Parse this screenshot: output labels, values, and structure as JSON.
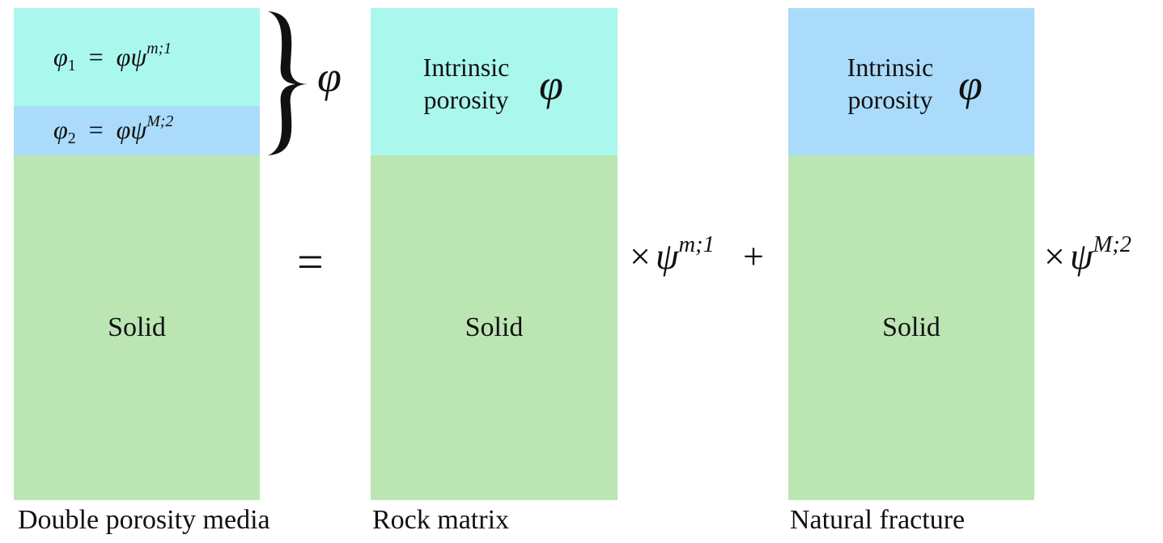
{
  "panels": {
    "double": {
      "phi1": {
        "lhs": "φ",
        "sub": "1",
        "rhs": "φψ",
        "sup": "m;1"
      },
      "phi2": {
        "lhs": "φ",
        "sub": "2",
        "rhs": "φψ",
        "sup": "M;2"
      },
      "brace_symbol": "φ",
      "solid_label": "Solid",
      "caption": "Double porosity media"
    },
    "rock": {
      "intrinsic_line1": "Intrinsic",
      "intrinsic_line2": "porosity",
      "phi_symbol": "φ",
      "solid_label": "Solid",
      "caption": "Rock matrix"
    },
    "fracture": {
      "intrinsic_line1": "Intrinsic",
      "intrinsic_line2": "porosity",
      "phi_symbol": "φ",
      "solid_label": "Solid",
      "caption": "Natural fracture"
    }
  },
  "operators": {
    "equals": "=",
    "times1": {
      "op": "×",
      "symbol": "ψ",
      "sup": "m;1"
    },
    "plus": "+",
    "times2": {
      "op": "×",
      "symbol": "ψ",
      "sup": "M;2"
    }
  },
  "colors": {
    "matrix_pore": "#aaf7ee",
    "fracture_pore": "#aadbfa",
    "solid": "#bbe6b3"
  }
}
